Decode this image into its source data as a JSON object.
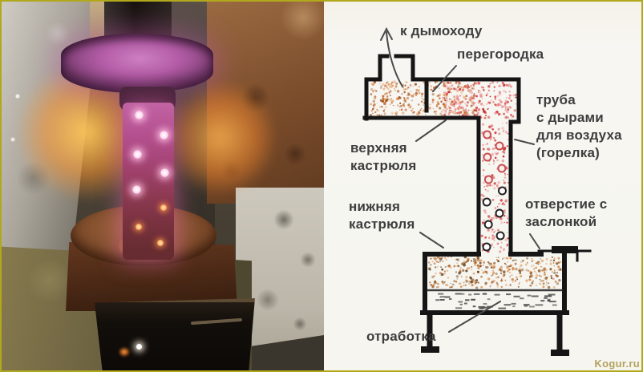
{
  "diagram": {
    "labels": {
      "chimney": "к дымоходу",
      "partition": "перегородка",
      "pipe_line1": "труба",
      "pipe_line2": "с дырами",
      "pipe_line3": "для воздуха",
      "pipe_line4": "(горелка)",
      "upper_pot_line1": "верхняя",
      "upper_pot_line2": "кастрюля",
      "lower_pot_line1": "нижняя",
      "lower_pot_line2": "кастрюля",
      "opening_line1": "отверстие с",
      "opening_line2": "заслонкой",
      "waste_oil": "отработка"
    },
    "colors": {
      "outline": "#151515",
      "pointer": "#4a4a4a",
      "label_text": "#3d3d3d",
      "background": "#f6f5ef",
      "frame": "#b2a81d",
      "oil_dash": "#4f4f4f",
      "hole_ring_hot": "#c65050",
      "hole_ring_cold": "#222222",
      "speckle_warm": [
        "#e09a5a",
        "#d4804a",
        "#c86a3a",
        "#e8b488",
        "#b86a32",
        "#a05a28"
      ],
      "speckle_red": [
        "#e06a6a",
        "#d44848",
        "#ee9090",
        "#c83838",
        "#e8a0a0"
      ],
      "speckle_tank": [
        "#d4884a",
        "#b86a32",
        "#8a5a2a",
        "#e0a068",
        "#6a4420"
      ]
    }
  },
  "watermark": "Kogur.ru"
}
